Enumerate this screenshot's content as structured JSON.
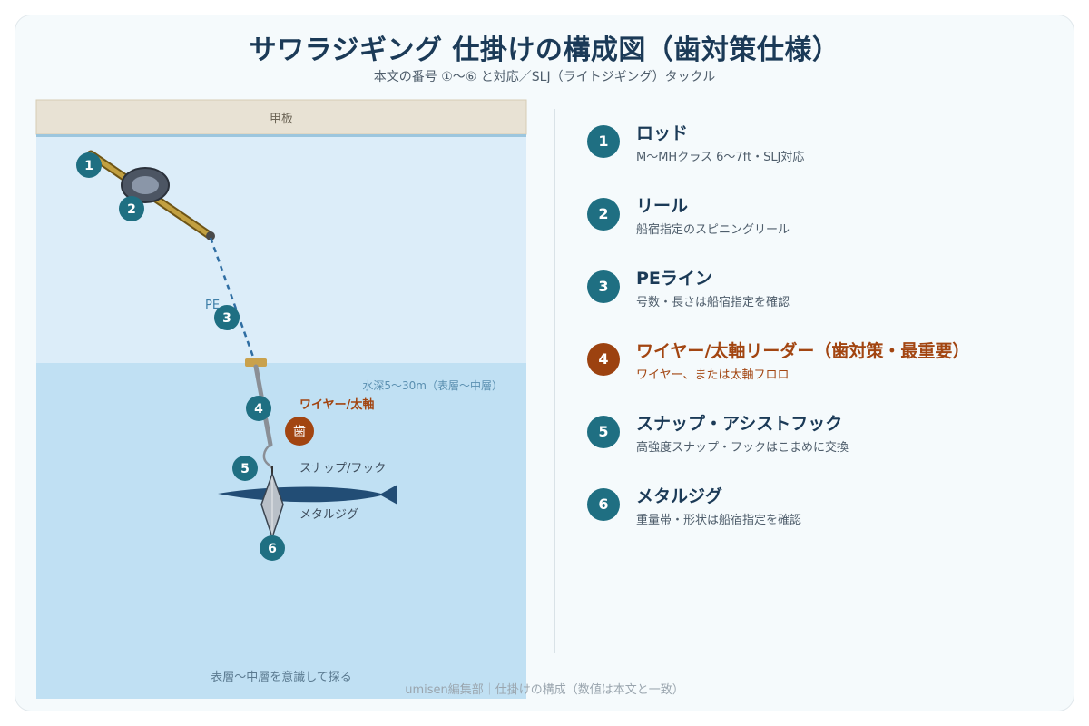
{
  "header": {
    "title": "サワラジギング 仕掛けの構成図（歯対策仕様）",
    "subtitle": "本文の番号 ①〜⑥ と対応／SLJ（ライトジギング）タックル"
  },
  "diagram": {
    "deck_label": "甲板",
    "depth_label": "水深5〜30m（表層〜中層）",
    "bottom_note": "表層〜中層を意識して探る",
    "pe_label": "PE",
    "wire_label": "ワイヤー/太軸",
    "teeth_badge": "歯",
    "snap_label": "スナップ/フック",
    "jig_label": "メタルジグ",
    "markers": [
      "1",
      "2",
      "3",
      "4",
      "5",
      "6"
    ],
    "colors": {
      "sky": "#dcedf9",
      "water": "#c0e0f3",
      "deck": "#e8e2d4",
      "marker": "#1f6f82",
      "highlight": "#9c4210",
      "rod": "#b08a2c",
      "fish": "#224d75"
    }
  },
  "legend": [
    {
      "num": "1",
      "title": "ロッド",
      "desc": "M〜MHクラス 6〜7ft・SLJ対応"
    },
    {
      "num": "2",
      "title": "リール",
      "desc": "船宿指定のスピニングリール"
    },
    {
      "num": "3",
      "title": "PEライン",
      "desc": "号数・長さは船宿指定を確認"
    },
    {
      "num": "4",
      "title": "ワイヤー/太軸リーダー（歯対策・最重要）",
      "desc": "ワイヤー、または太軸フロロ",
      "highlight": true
    },
    {
      "num": "5",
      "title": "スナップ・アシストフック",
      "desc": "高強度スナップ・フックはこまめに交換"
    },
    {
      "num": "6",
      "title": "メタルジグ",
      "desc": "重量帯・形状は船宿指定を確認"
    }
  ],
  "footer": "umisen編集部｜仕掛けの構成（数値は本文と一致）"
}
